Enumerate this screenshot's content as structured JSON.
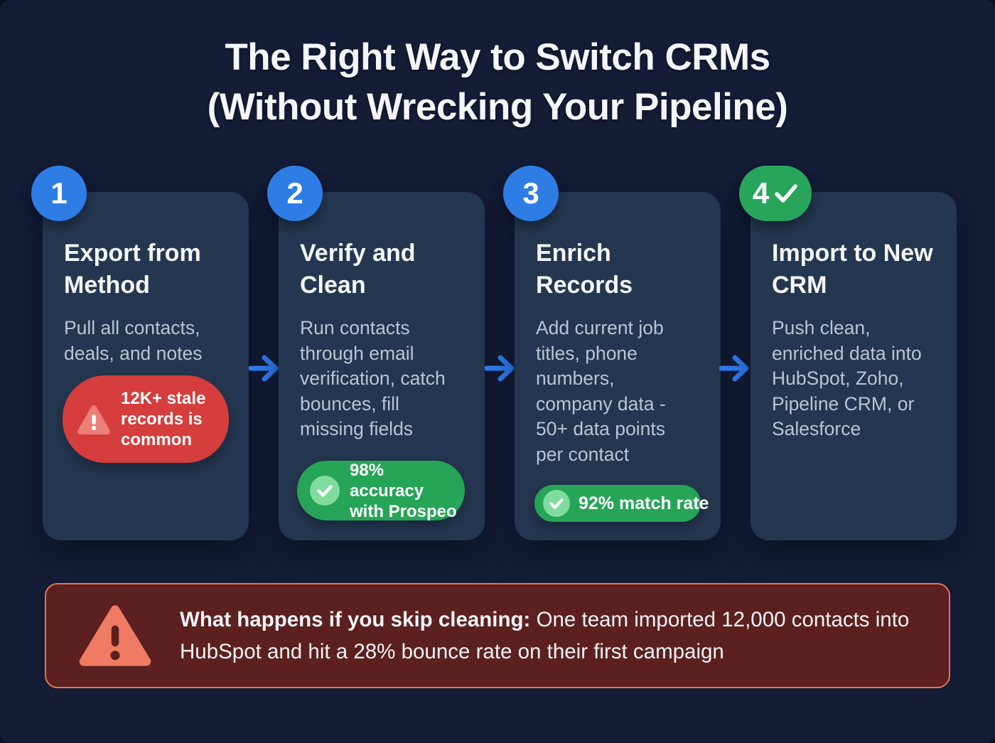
{
  "title": {
    "line1": "The Right Way to Switch CRMs",
    "line2": "(Without Wrecking Your Pipeline)"
  },
  "steps": [
    {
      "number": "1",
      "title": "Export from Method",
      "description": "Pull all contacts, deals, and notes",
      "badge": {
        "type": "warning",
        "label": "12K+ stale records is common"
      }
    },
    {
      "number": "2",
      "title": "Verify and Clean",
      "description": "Run contacts through email verification, catch bounces, fill missing fields",
      "badge": {
        "type": "success",
        "label": "98% accuracy with Prospeo"
      }
    },
    {
      "number": "3",
      "title": "Enrich Records",
      "description": "Add current job titles, phone numbers, company data - 50+ data points per contact",
      "badge": {
        "type": "success",
        "label": "92% match rate"
      }
    },
    {
      "number": "4",
      "title": "Import to New CRM",
      "description": "Push clean, enriched data into HubSpot, Zoho, Pipeline CRM, or Salesforce",
      "completed": true
    }
  ],
  "banner": {
    "bold_text": "What happens if you skip cleaning:",
    "regular_text": " One team imported 12,000 contacts into HubSpot and hit a 28% bounce rate on their first campaign"
  },
  "icons": {
    "step4_badge": "checkmark-icon",
    "warning_pill": "warning-triangle-icon",
    "success_pill": "check-circle-icon",
    "banner": "warning-triangle-icon",
    "between_cards": "right-arrow-icon"
  },
  "colors": {
    "background": "#141c36",
    "card": "#253750",
    "accent_blue": "#2e7de5",
    "arrow_blue": "#2f7bef",
    "success_green": "#26a458",
    "danger_red": "#d63d3d",
    "banner_bg": "#5c2020",
    "banner_border": "#df745e",
    "title_text": "#f4f6fa",
    "body_text": "#b9c4d5"
  }
}
